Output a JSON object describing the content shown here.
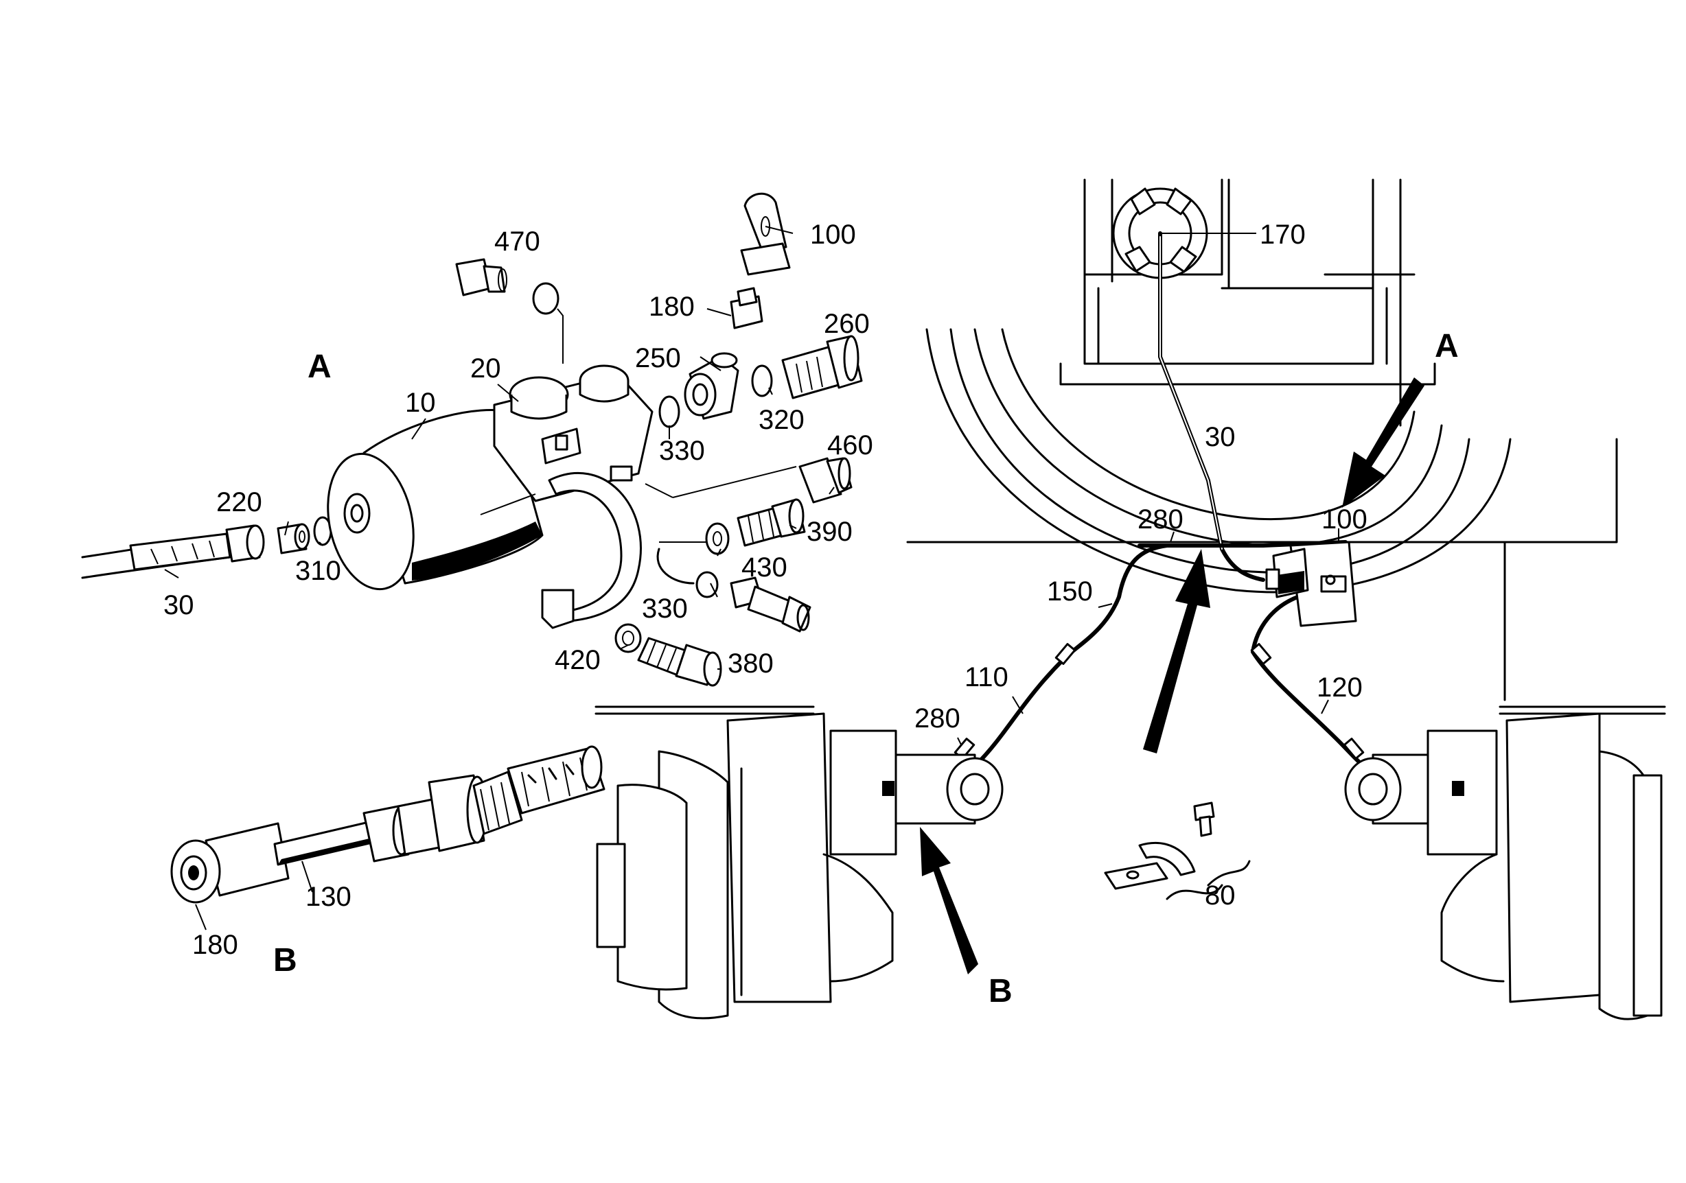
{
  "labels": {
    "l470": "470",
    "l100a": "100",
    "l180a": "180",
    "l260": "260",
    "l250": "250",
    "l20": "20",
    "l10": "10",
    "l320": "320",
    "l330a": "330",
    "l460": "460",
    "l220": "220",
    "l310": "310",
    "l30a": "30",
    "l390": "390",
    "l430": "430",
    "l330b": "330",
    "l420": "420",
    "l380": "380",
    "l130": "130",
    "l180b": "180",
    "l170": "170",
    "l30b": "30",
    "l280a": "280",
    "l100b": "100",
    "l150": "150",
    "l110": "110",
    "l120": "120",
    "l280b": "280",
    "l80": "80"
  },
  "sections": {
    "a_left": "A",
    "a_right": "A",
    "b_left": "B",
    "b_right": "B"
  }
}
